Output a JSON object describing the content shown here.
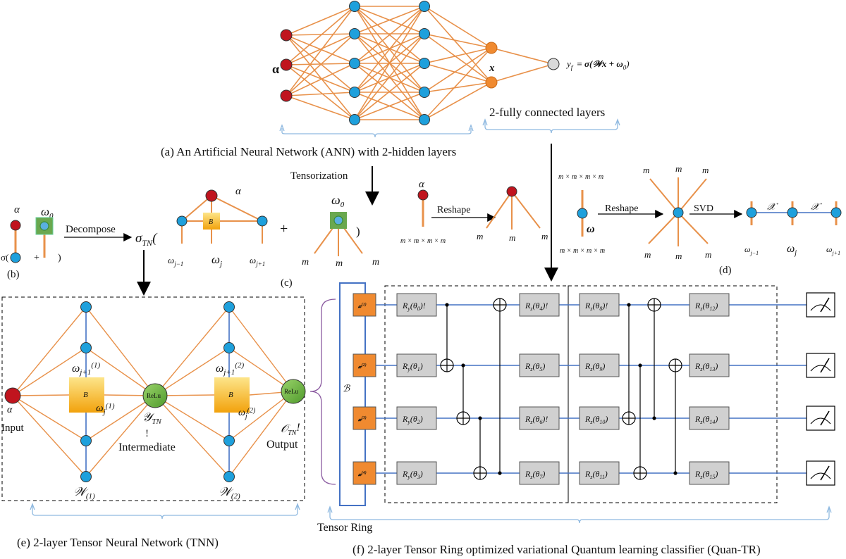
{
  "ann": {
    "input_label": "α",
    "hidden_label": "x",
    "output_formula": "y",
    "output_sub": "f",
    "output_eq": "= σ(𝒲x + ω",
    "output_eq_sub": "0",
    "output_eq_end": ")",
    "caption": "(a) An Artificial Neural Network (ANN) with 2-hidden layers",
    "fc_caption": "2-fully connected layers"
  },
  "tensorization": "Tensorization",
  "panel_b": {
    "alpha": "α",
    "omega0": "ω",
    "omega0_sub": "0",
    "sigma": "σ(",
    "plus": "+",
    "close": ")",
    "label": "(b)",
    "decompose": "Decompose"
  },
  "panel_c": {
    "sigma_tn": "σ",
    "sigma_tn_sub": "TN",
    "open_paren": "(",
    "alpha": "α",
    "b_core": "B",
    "w_prev": "ω",
    "w_prev_sub": "j−1",
    "w_j": "ω",
    "w_j_sub": "j",
    "w_next": "ω",
    "w_next_sub": "j+1",
    "plus": "+",
    "omega0": "ω",
    "omega0_sub": "0",
    "close": ")",
    "m": "m",
    "label": "(c)"
  },
  "panel_reshape1": {
    "alpha": "α",
    "reshape": "Reshape",
    "dims": "m × m × m × m",
    "m": "m"
  },
  "panel_d": {
    "dims_top": "m × m × m × m",
    "dims_bottom": "m × m × m × m",
    "omega": "ω",
    "reshape": "Reshape",
    "svd": "SVD",
    "chi": "𝒳",
    "w_prev": "ω",
    "w_prev_sub": "j−1",
    "w_j": "ω",
    "w_j_sub": "j",
    "w_next": "ω",
    "w_next_sub": "j+1",
    "m": "m",
    "label": "(d)"
  },
  "panel_e": {
    "w_j1_1": "ω",
    "w_j1_1_sub": "j+1",
    "w_j1_1_sup": "(1)",
    "w_j_1": "ω",
    "w_j_1_sub": "j",
    "w_j_1_sup": "(1)",
    "w_j1_2": "ω",
    "w_j1_2_sub": "j+1",
    "w_j1_2_sup": "(2)",
    "w_j_2": "ω",
    "w_j_2_sub": "j",
    "w_j_2_sup": "(2)",
    "b_core": "B",
    "relu": "ReLu",
    "alpha": "α",
    "input": "Input",
    "y_tn": "𝒴",
    "y_tn_sub": "TN",
    "bang": "!",
    "intermediate": "Intermediate",
    "o_tn": "𝒪",
    "o_tn_sub": "TN",
    "o_bang": "!",
    "output": "Output",
    "w1": "𝒲",
    "w1_sub": "(1)",
    "w2": "𝒲",
    "w2_sub": "(2)",
    "caption": "(e) 2-layer Tensor Neural Network (TNN)"
  },
  "panel_f": {
    "ring_label": "ℬ",
    "tensor_ring": "Tensor Ring",
    "x_nodes": [
      "𝔁",
      "𝔁",
      "𝔁",
      "𝔁"
    ],
    "x_sups": [
      "(1)",
      "(2)",
      "(3)",
      "(4)"
    ],
    "gates_col1": [
      {
        "g": "R",
        "s": "y",
        "t": "(θ",
        "n": "0",
        "e": ")!"
      },
      {
        "g": "R",
        "s": "y",
        "t": "(θ",
        "n": "1",
        "e": ")"
      },
      {
        "g": "R",
        "s": "y",
        "t": "(θ",
        "n": "2",
        "e": ")"
      },
      {
        "g": "R",
        "s": "y",
        "t": "(θ",
        "n": "3",
        "e": ")"
      }
    ],
    "gates_col2": [
      {
        "g": "R",
        "s": "z",
        "t": "(θ",
        "n": "4",
        "e": ")!"
      },
      {
        "g": "R",
        "s": "z",
        "t": "(θ",
        "n": "5",
        "e": ")"
      },
      {
        "g": "R",
        "s": "z",
        "t": "(θ",
        "n": "6",
        "e": ")!"
      },
      {
        "g": "R",
        "s": "z",
        "t": "(θ",
        "n": "7",
        "e": ")"
      }
    ],
    "gates_col3": [
      {
        "g": "R",
        "s": "z",
        "t": "(θ",
        "n": "8",
        "e": ")!"
      },
      {
        "g": "R",
        "s": "z",
        "t": "(θ",
        "n": "9",
        "e": ")"
      },
      {
        "g": "R",
        "s": "z",
        "t": "(θ",
        "n": "10",
        "e": ")"
      },
      {
        "g": "R",
        "s": "z",
        "t": "(θ",
        "n": "11",
        "e": ")"
      }
    ],
    "gates_col4": [
      {
        "g": "R",
        "s": "z",
        "t": "(θ",
        "n": "12",
        "e": ")"
      },
      {
        "g": "R",
        "s": "z",
        "t": "(θ",
        "n": "13",
        "e": ")"
      },
      {
        "g": "R",
        "s": "z",
        "t": "(θ",
        "n": "14",
        "e": ")"
      },
      {
        "g": "R",
        "s": "z",
        "t": "(θ",
        "n": "15",
        "e": ")"
      }
    ],
    "caption": "(f) 2-layer Tensor Ring optimized variational Quantum learning classifier (Quan-TR)"
  },
  "colors": {
    "edge": "#e8914a",
    "node_blue": "#1ea0dc",
    "node_red": "#c0141e",
    "node_orange": "#f08a30",
    "node_gray": "#d9d9d9",
    "relu_green": "#7cc444",
    "core_yellow": "#f6b514",
    "bracket": "#8fb9e0",
    "wire": "#4472c4",
    "gate_fill": "#d0d0d0",
    "ring_purple": "#8a5aa0"
  }
}
